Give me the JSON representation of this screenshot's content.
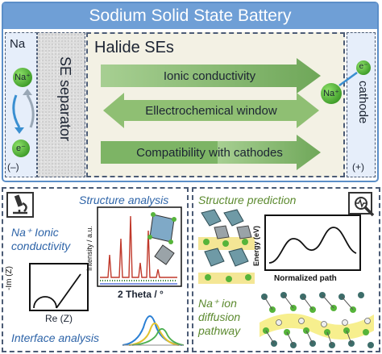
{
  "top": {
    "title": "Sodium Solid State Battery",
    "anode_label": "Na",
    "anode_sign": "(–)",
    "separator_label": "SE separator",
    "halide_title": "Halide SEs",
    "arrows": [
      "Ionic conductivity",
      "Ellectrochemical window",
      "Compatibility with cathodes"
    ],
    "cathode_label": "cathode",
    "cathode_sign": "(+)",
    "na_ion": "Na⁺",
    "electron": "e⁻"
  },
  "bottom_left": {
    "structure_analysis": "Structure analysis",
    "na_ionic_line1": "Na⁺ Ionic",
    "na_ionic_line2": "conductivity",
    "interface_analysis": "Interface analysis",
    "nyquist_y": "-Im (Z)",
    "nyquist_x": "Re (Z)",
    "xrd_y": "Intensity / a.u.",
    "xrd_x": "2 Theta / °"
  },
  "bottom_right": {
    "structure_prediction": "Structure prediction",
    "energy_y": "Energy (eV)",
    "energy_x": "Normalized path",
    "diffusion_line1": "Na⁺ ion",
    "diffusion_line2": "diffusion",
    "diffusion_line3": "pathway"
  },
  "colors": {
    "title_bar": "#6f9fd6",
    "arrow_green": "#8fbf73",
    "na_ion_green": "#56b43a",
    "blue_text": "#2e64a8",
    "green_text": "#5c8a2f"
  },
  "icons": [
    "microscope-icon",
    "magnifier-chart-icon"
  ]
}
